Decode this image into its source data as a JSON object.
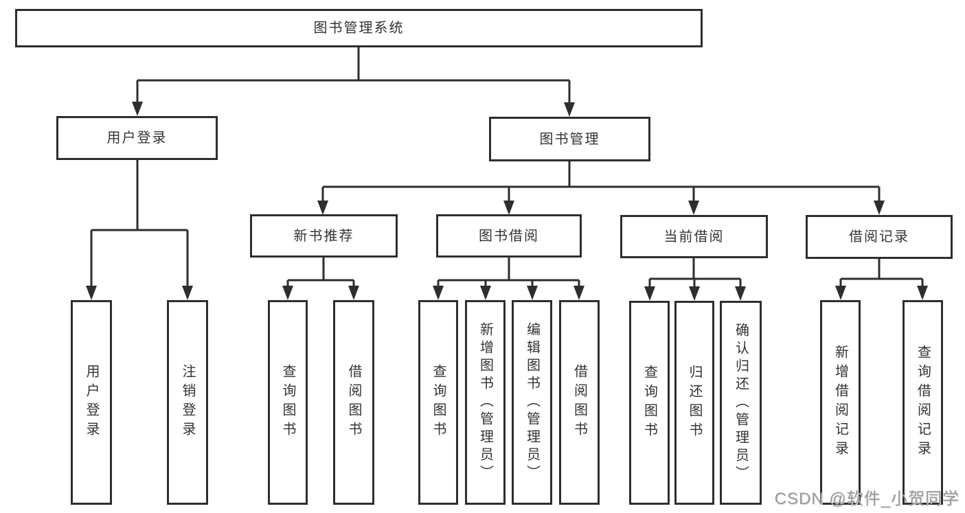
{
  "tree": {
    "root": {
      "label": "图书管理系统",
      "children": [
        {
          "label": "用户登录",
          "children": [
            {
              "label": "用户登录"
            },
            {
              "label": "注销登录"
            }
          ]
        },
        {
          "label": "图书管理",
          "children": [
            {
              "label": "新书推荐",
              "children": [
                {
                  "label": "查询图书"
                },
                {
                  "label": "借阅图书"
                }
              ]
            },
            {
              "label": "图书借阅",
              "children": [
                {
                  "label": "查询图书"
                },
                {
                  "label": "新增图书（管理员）"
                },
                {
                  "label": "编辑图书（管理员）"
                },
                {
                  "label": "借阅图书"
                }
              ]
            },
            {
              "label": "当前借阅",
              "children": [
                {
                  "label": "查询图书"
                },
                {
                  "label": "归还图书"
                },
                {
                  "label": "确认归还（管理员）"
                }
              ]
            },
            {
              "label": "借阅记录",
              "children": [
                {
                  "label": "新增借阅记录"
                },
                {
                  "label": "查询借阅记录"
                }
              ]
            }
          ]
        }
      ]
    }
  },
  "watermark": {
    "text": "CSDN @软件_小贺同学"
  },
  "colors": {
    "line": "#2e2e2e",
    "text": "#333333",
    "watermark": "#9b9b9b",
    "background": "#ffffff"
  }
}
